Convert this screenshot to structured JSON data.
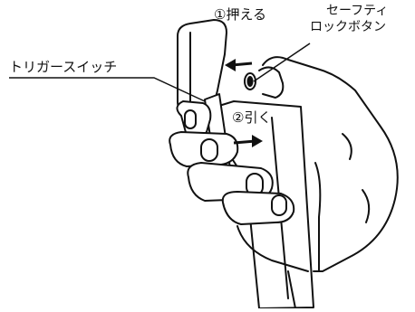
{
  "labels": {
    "push": "①押える",
    "safety_line1": "セーフティ",
    "safety_line2": "ロックボタン",
    "trigger": "トリガースイッチ",
    "pull": "②引く"
  }
}
